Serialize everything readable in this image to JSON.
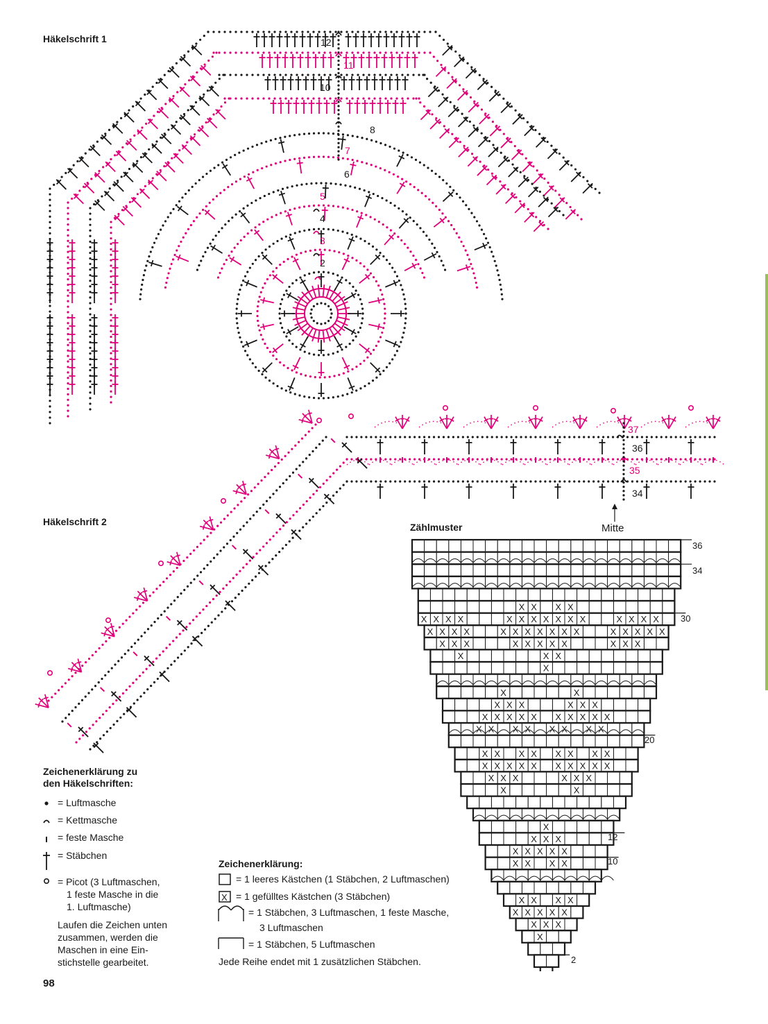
{
  "headings": {
    "chart1": "Häkelschrift 1",
    "chart2": "Häkelschrift 2",
    "counting_chart": "Zählmuster"
  },
  "chart1_round_labels": [
    "12",
    "11",
    "10",
    "8",
    "7",
    "6",
    "5",
    "4",
    "3",
    "2"
  ],
  "chart2_row_labels": [
    "37",
    "36",
    "35",
    "34"
  ],
  "center_label": "Mitte",
  "counting_row_labels": [
    "36",
    "34",
    "30",
    "20",
    "12",
    "10",
    "2"
  ],
  "cell_mark": "X",
  "colors": {
    "black": "#1a1a1a",
    "magenta": "#e0007a",
    "green": "#9bbf5a"
  },
  "symbol_legend": {
    "title_line1": "Zeichenerklärung zu",
    "title_line2": "den Häkelschriften:",
    "items": [
      {
        "icon": "dot-icon",
        "text": "= Luftmasche"
      },
      {
        "icon": "arc-icon",
        "text": "= Kettmasche"
      },
      {
        "icon": "bar-icon",
        "text": "= feste Masche"
      },
      {
        "icon": "cross-icon",
        "text": "= Stäbchen"
      },
      {
        "icon": "ring-icon",
        "text": "= Picot (3 Luftmaschen,",
        "text2": "1 feste Masche in die",
        "text3": "1. Luftmasche)"
      }
    ],
    "note_line1": "Laufen die Zeichen unten",
    "note_line2": "zusammen, werden die",
    "note_line3": "Maschen in eine Ein-",
    "note_line4": "stichstelle gearbeitet."
  },
  "chart_legend": {
    "title": "Zeichenerklärung:",
    "items": [
      {
        "icon": "empty-square-icon",
        "text": "= 1 leeres Kästchen (1 Stäbchen, 2 Luftmaschen)"
      },
      {
        "icon": "filled-square-icon",
        "text": "= 1 gefülltes Kästchen (3 Stäbchen)"
      },
      {
        "icon": "double-arch-icon",
        "text": "= 1 Stäbchen, 3 Luftmaschen, 1 feste Masche,",
        "text2": "3 Luftmaschen"
      },
      {
        "icon": "single-arch-icon",
        "text": "= 1 Stäbchen, 5 Luftmaschen"
      }
    ],
    "footer": "Jede Reihe endet mit 1 zusätzlichen Stäbchen."
  },
  "page_number": "98"
}
